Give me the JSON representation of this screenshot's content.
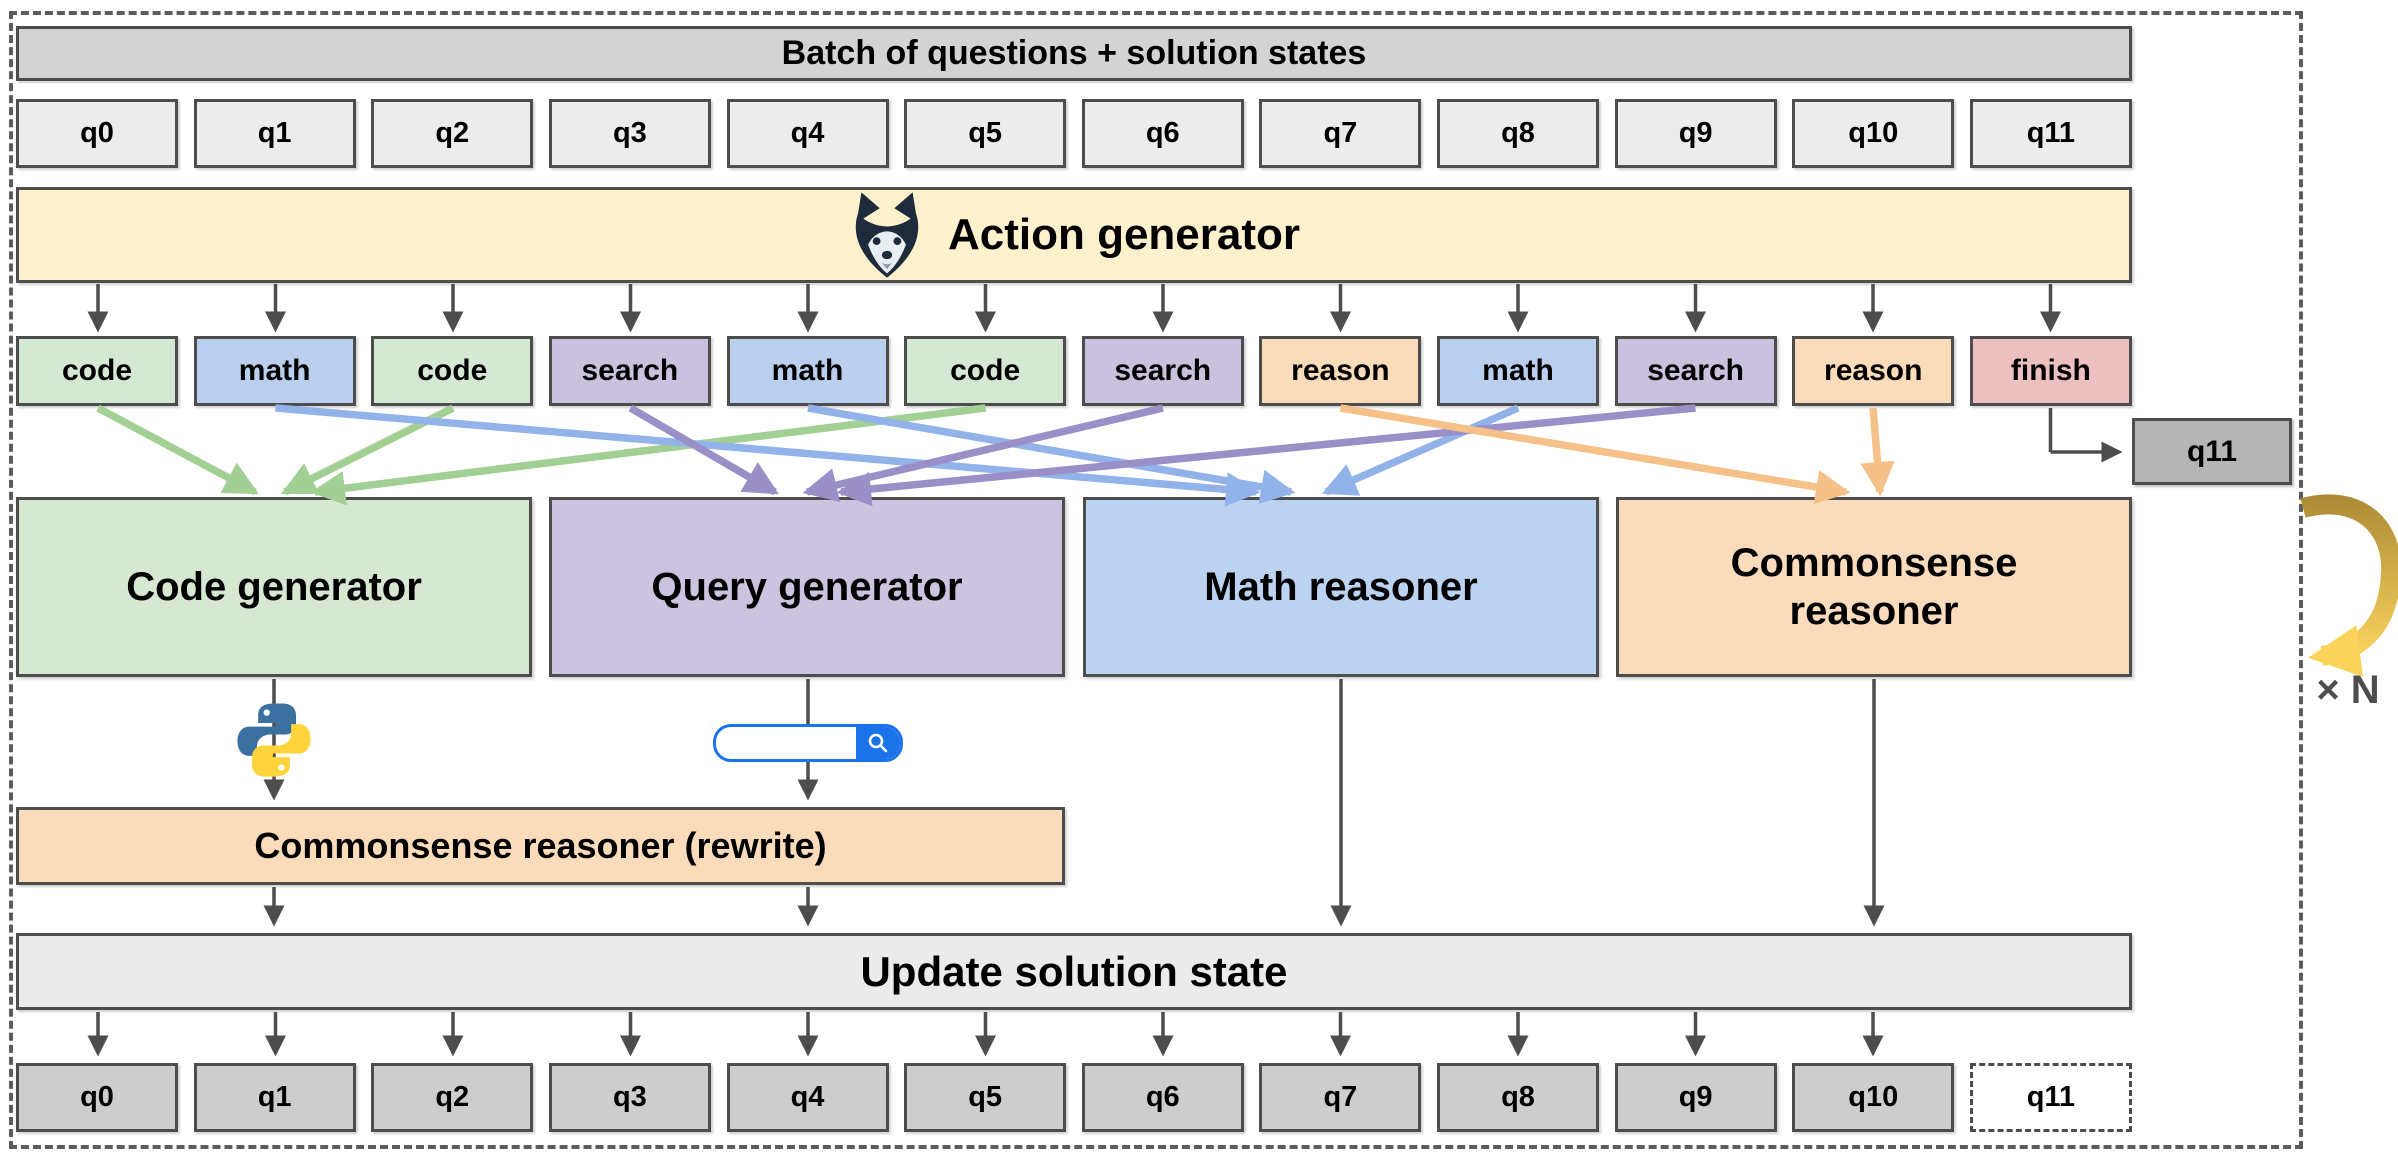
{
  "header": "Batch of questions + solution states",
  "questions": [
    "q0",
    "q1",
    "q2",
    "q3",
    "q4",
    "q5",
    "q6",
    "q7",
    "q8",
    "q9",
    "q10",
    "q11"
  ],
  "action_generator": {
    "label": "Action generator",
    "icon": "husky-logo-icon"
  },
  "actions": [
    {
      "label": "code",
      "type": "code"
    },
    {
      "label": "math",
      "type": "math"
    },
    {
      "label": "code",
      "type": "code"
    },
    {
      "label": "search",
      "type": "search"
    },
    {
      "label": "math",
      "type": "math"
    },
    {
      "label": "code",
      "type": "code"
    },
    {
      "label": "search",
      "type": "search"
    },
    {
      "label": "reason",
      "type": "reason"
    },
    {
      "label": "math",
      "type": "math"
    },
    {
      "label": "search",
      "type": "search"
    },
    {
      "label": "reason",
      "type": "reason"
    },
    {
      "label": "finish",
      "type": "finish"
    }
  ],
  "processors": [
    {
      "label": "Code generator",
      "type": "code",
      "tool": "python-icon"
    },
    {
      "label": "Query generator",
      "type": "query",
      "tool": "search-box"
    },
    {
      "label": "Math reasoner",
      "type": "math"
    },
    {
      "label": "Commonsense reasoner",
      "type": "commonsense"
    }
  ],
  "finish_output": "q11",
  "rewrite_bar": "Commonsense reasoner (rewrite)",
  "update_bar": "Update solution state",
  "output_questions": [
    "q0",
    "q1",
    "q2",
    "q3",
    "q4",
    "q5",
    "q6",
    "q7",
    "q8",
    "q9",
    "q10"
  ],
  "pending_question": "q11",
  "loop_label": "× N",
  "palette": {
    "header_fill": "#d3d3d3",
    "question_fill": "#ececec",
    "action_generator_fill": "#fdf0cd",
    "action_colors": {
      "code": "#d5e8d4",
      "math": "#bacfee",
      "search": "#c9c1de",
      "reason": "#fadcbb",
      "finish": "#ecbfc1"
    },
    "arrow_colors": {
      "code": "#a2cf94",
      "math": "#92b3ea",
      "search": "#9b8fc7",
      "reason": "#f6c189",
      "gray": "#4d4d4d"
    },
    "processor_fills": {
      "code": "#d6e7d2",
      "query": "#ccc3e0",
      "math": "#bcd2f1",
      "commonsense": "#fadcbc"
    },
    "rewrite_fill": "#fbdcba",
    "update_fill": "#ebebeb",
    "output_fill": "#cdcdcd",
    "finish_output_fill": "#b5b5b5",
    "search_accent": "#1a73e8",
    "python_blue": "#3b6fa0",
    "python_yellow": "#ffd43b",
    "loop_gold_dark": "#aa8a35",
    "loop_gold_light": "#fcd55f"
  }
}
